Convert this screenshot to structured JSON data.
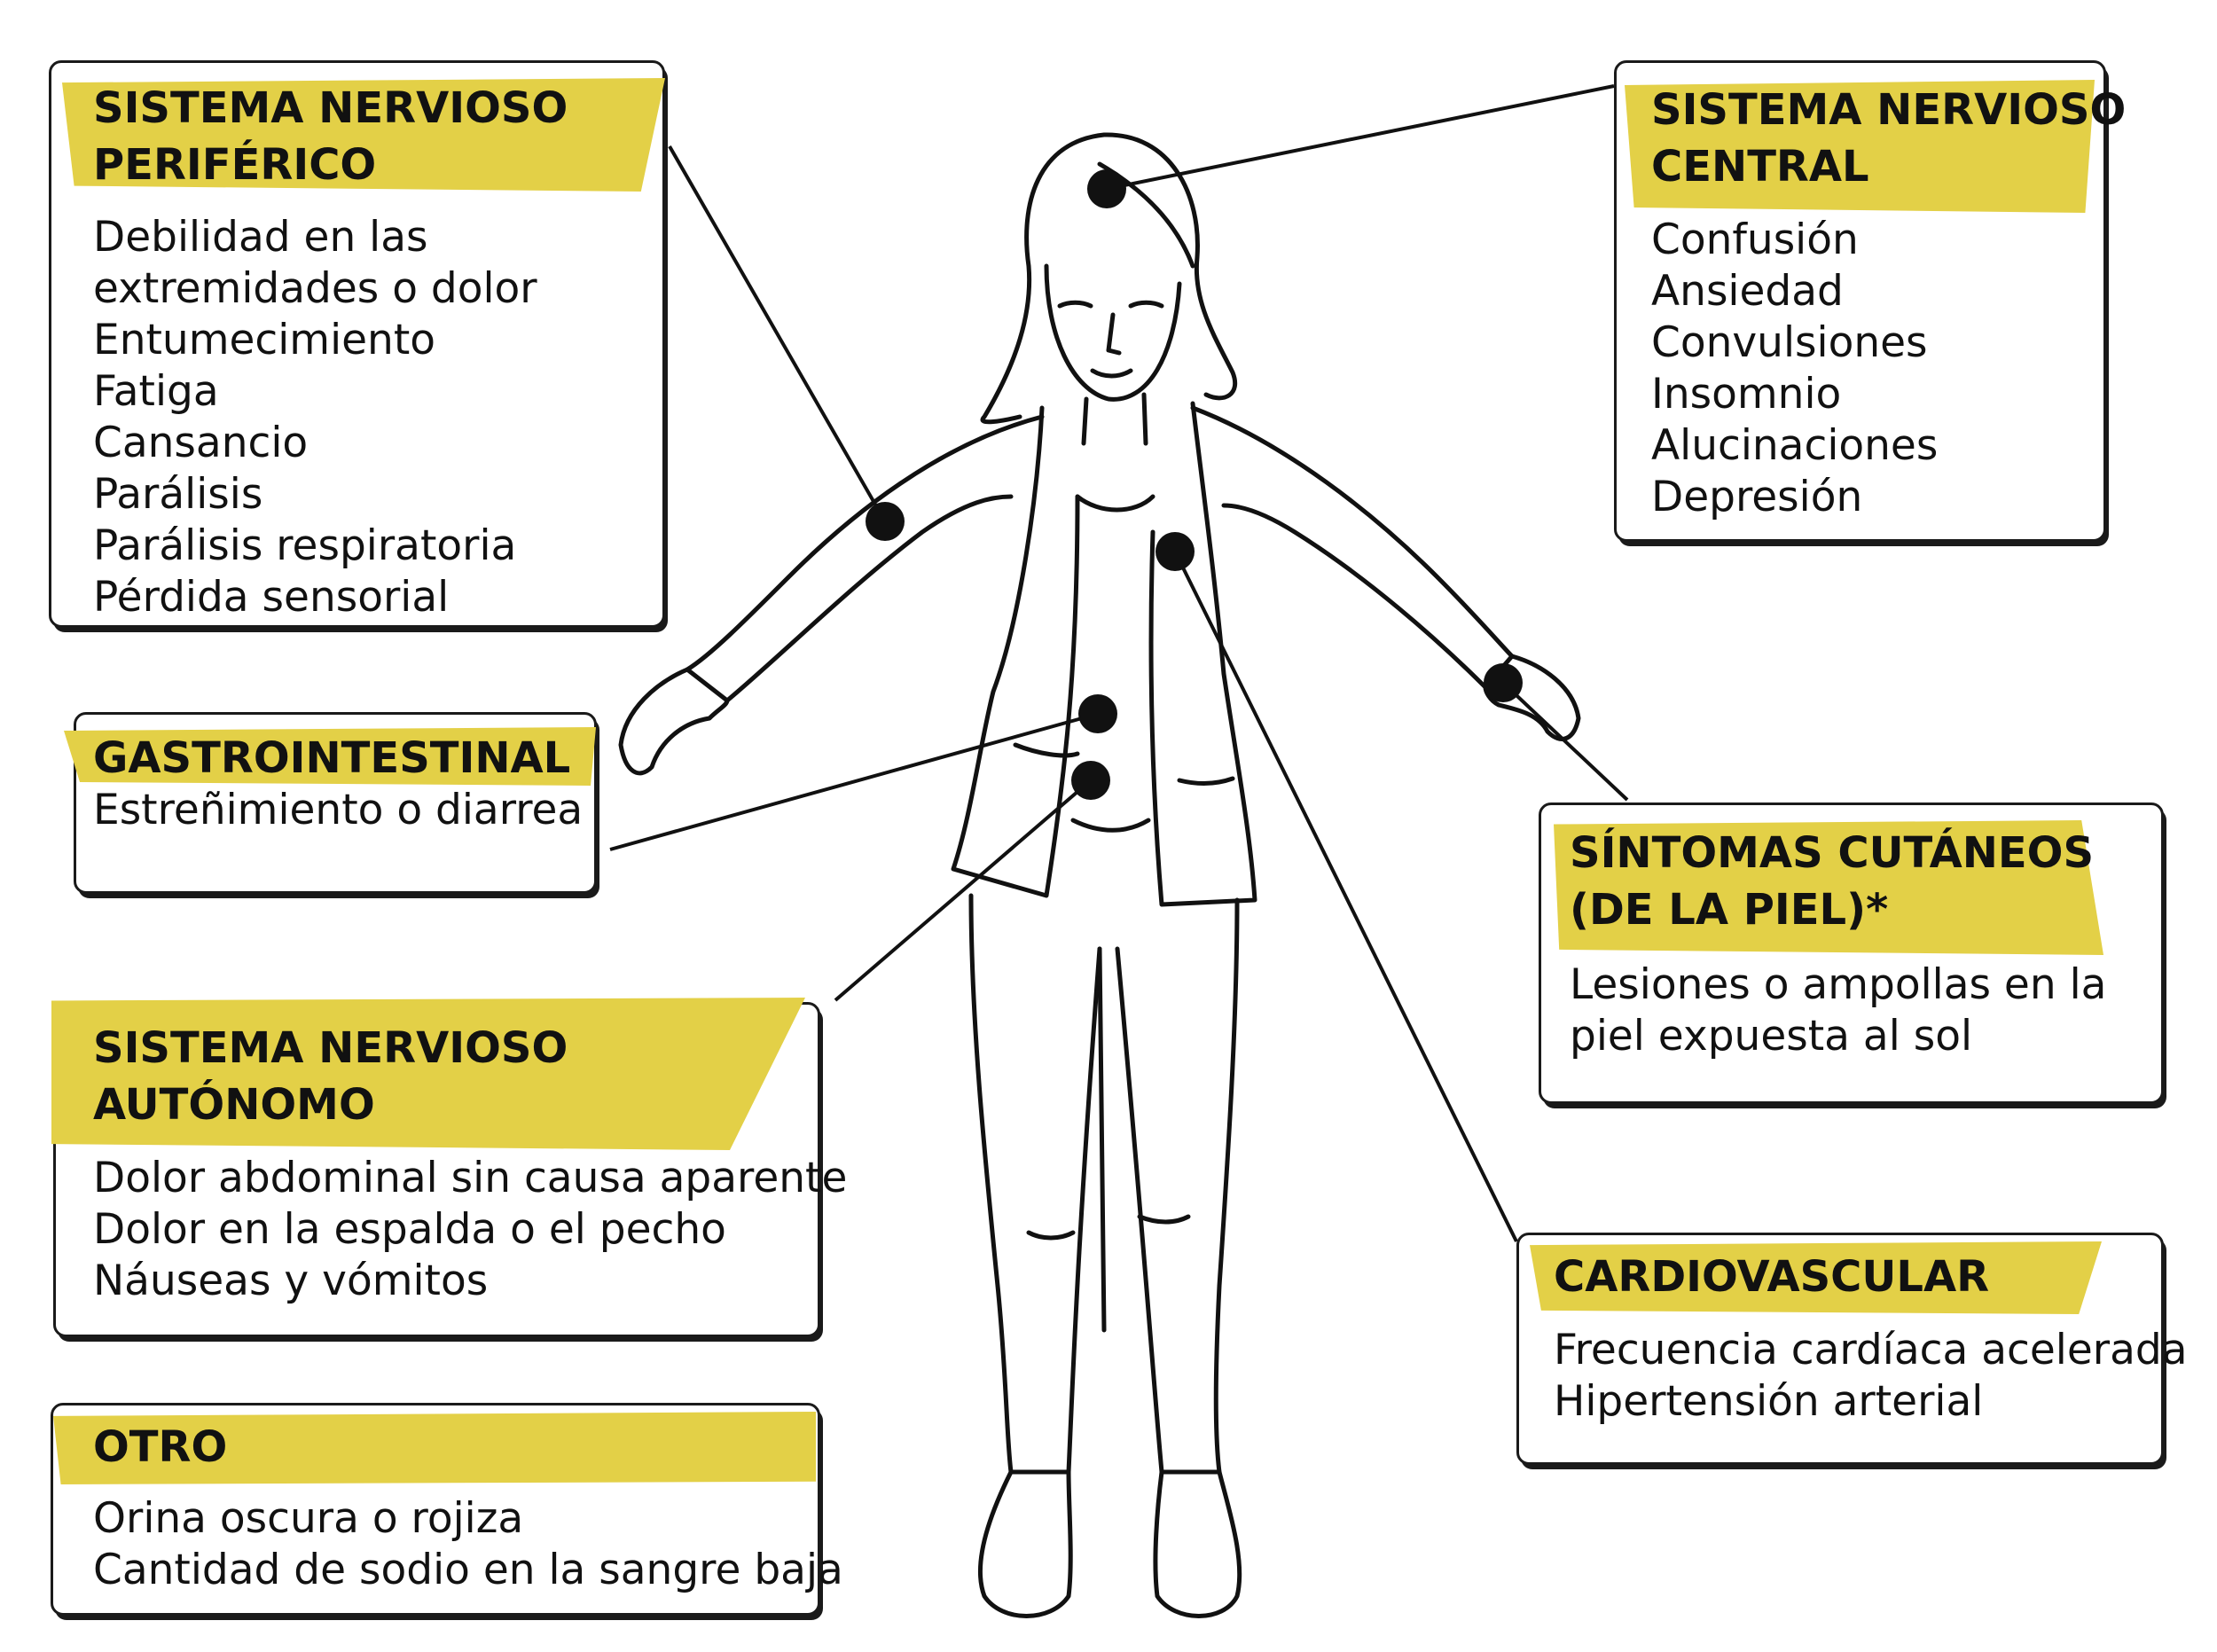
{
  "colors": {
    "highlight": "#e3d047",
    "ink": "#111111",
    "background": "#ffffff"
  },
  "boxes": {
    "peripheral": {
      "title": [
        "SISTEMA NERVIOSO",
        "PERIFÉRICO"
      ],
      "items": [
        "Debilidad en las",
        "extremidades o dolor",
        "Entumecimiento",
        "Fatiga",
        "Cansancio",
        "Parálisis",
        "Parálisis respiratoria",
        "Pérdida sensorial"
      ]
    },
    "central": {
      "title": [
        "SISTEMA NERVIOSO",
        "CENTRAL"
      ],
      "items": [
        "Confusión",
        "Ansiedad",
        "Convulsiones",
        "Insomnio",
        "Alucinaciones",
        "Depresión"
      ]
    },
    "gastro": {
      "title": [
        "GASTROINTESTINAL"
      ],
      "items": [
        "Estreñimiento o diarrea"
      ]
    },
    "skin": {
      "title": [
        "SÍNTOMAS CUTÁNEOS",
        "(DE LA PIEL)*"
      ],
      "items": [
        "Lesiones o ampollas en la",
        "piel expuesta al sol"
      ]
    },
    "autonomic": {
      "title": [
        "SISTEMA NERVIOSO",
        "AUTÓNOMO"
      ],
      "items": [
        "Dolor abdominal sin causa aparente",
        "Dolor en la espalda o el pecho",
        "Náuseas y vómitos"
      ]
    },
    "cardio": {
      "title": [
        "CARDIOVASCULAR"
      ],
      "items": [
        "Frecuencia cardíaca acelerada",
        "Hipertensión arterial"
      ]
    },
    "other": {
      "title": [
        "OTRO"
      ],
      "items": [
        "Orina oscura o rojiza",
        "Cantidad de sodio en la sangre baja"
      ]
    }
  }
}
